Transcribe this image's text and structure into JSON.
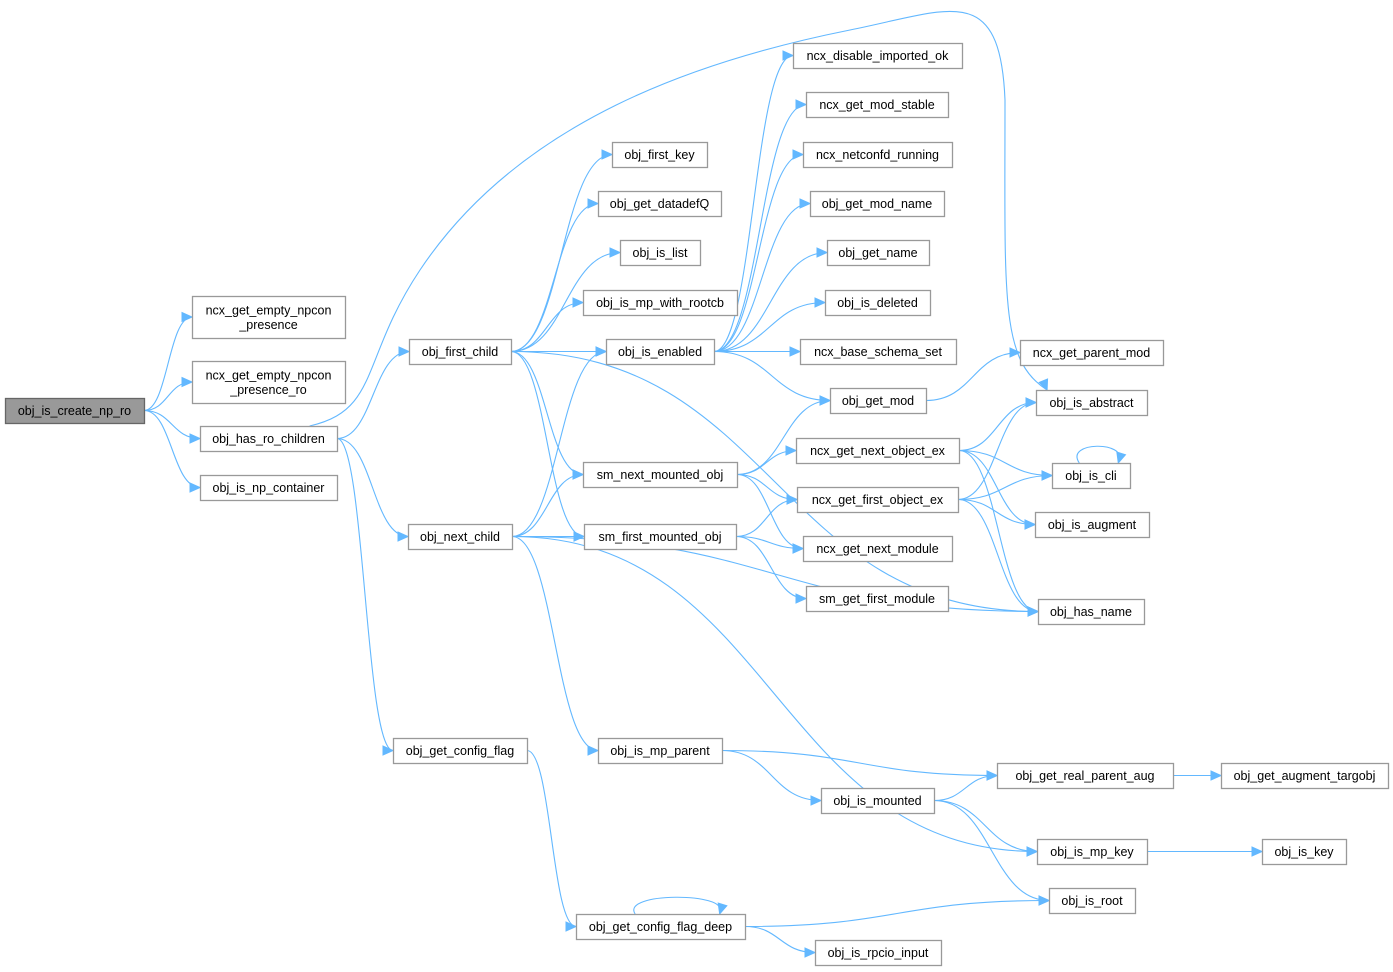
{
  "graph": {
    "edge_color": "#63b8ff",
    "root_fill": "#999999",
    "nodes": [
      {
        "id": "obj_is_create_np_ro",
        "lines": [
          "obj_is_create_np_ro"
        ],
        "root": true
      },
      {
        "id": "ncx_get_empty_npcon_presence",
        "lines": [
          "ncx_get_empty_npcon",
          "_presence"
        ]
      },
      {
        "id": "ncx_get_empty_npcon_presence_ro",
        "lines": [
          "ncx_get_empty_npcon",
          "_presence_ro"
        ]
      },
      {
        "id": "obj_has_ro_children",
        "lines": [
          "obj_has_ro_children"
        ]
      },
      {
        "id": "obj_is_np_container",
        "lines": [
          "obj_is_np_container"
        ]
      },
      {
        "id": "obj_first_child",
        "lines": [
          "obj_first_child"
        ]
      },
      {
        "id": "obj_next_child",
        "lines": [
          "obj_next_child"
        ]
      },
      {
        "id": "obj_get_config_flag",
        "lines": [
          "obj_get_config_flag"
        ]
      },
      {
        "id": "obj_first_key",
        "lines": [
          "obj_first_key"
        ]
      },
      {
        "id": "obj_get_datadefQ",
        "lines": [
          "obj_get_datadefQ"
        ]
      },
      {
        "id": "obj_is_list",
        "lines": [
          "obj_is_list"
        ]
      },
      {
        "id": "obj_is_mp_with_rootcb",
        "lines": [
          "obj_is_mp_with_rootcb"
        ]
      },
      {
        "id": "obj_is_enabled",
        "lines": [
          "obj_is_enabled"
        ]
      },
      {
        "id": "sm_next_mounted_obj",
        "lines": [
          "sm_next_mounted_obj"
        ]
      },
      {
        "id": "sm_first_mounted_obj",
        "lines": [
          "sm_first_mounted_obj"
        ]
      },
      {
        "id": "obj_is_mp_parent",
        "lines": [
          "obj_is_mp_parent"
        ]
      },
      {
        "id": "obj_get_config_flag_deep",
        "lines": [
          "obj_get_config_flag_deep"
        ]
      },
      {
        "id": "ncx_disable_imported_ok",
        "lines": [
          "ncx_disable_imported_ok"
        ]
      },
      {
        "id": "ncx_get_mod_stable",
        "lines": [
          "ncx_get_mod_stable"
        ]
      },
      {
        "id": "ncx_netconfd_running",
        "lines": [
          "ncx_netconfd_running"
        ]
      },
      {
        "id": "obj_get_mod_name",
        "lines": [
          "obj_get_mod_name"
        ]
      },
      {
        "id": "obj_get_name",
        "lines": [
          "obj_get_name"
        ]
      },
      {
        "id": "obj_is_deleted",
        "lines": [
          "obj_is_deleted"
        ]
      },
      {
        "id": "ncx_base_schema_set",
        "lines": [
          "ncx_base_schema_set"
        ]
      },
      {
        "id": "obj_get_mod",
        "lines": [
          "obj_get_mod"
        ]
      },
      {
        "id": "ncx_get_next_object_ex",
        "lines": [
          "ncx_get_next_object_ex"
        ]
      },
      {
        "id": "ncx_get_first_object_ex",
        "lines": [
          "ncx_get_first_object_ex"
        ]
      },
      {
        "id": "ncx_get_next_module",
        "lines": [
          "ncx_get_next_module"
        ]
      },
      {
        "id": "sm_get_first_module",
        "lines": [
          "sm_get_first_module"
        ]
      },
      {
        "id": "obj_is_mounted",
        "lines": [
          "obj_is_mounted"
        ]
      },
      {
        "id": "obj_is_rpcio_input",
        "lines": [
          "obj_is_rpcio_input"
        ]
      },
      {
        "id": "ncx_get_parent_mod",
        "lines": [
          "ncx_get_parent_mod"
        ]
      },
      {
        "id": "obj_is_abstract",
        "lines": [
          "obj_is_abstract"
        ]
      },
      {
        "id": "obj_is_cli",
        "lines": [
          "obj_is_cli"
        ]
      },
      {
        "id": "obj_is_augment",
        "lines": [
          "obj_is_augment"
        ]
      },
      {
        "id": "obj_has_name",
        "lines": [
          "obj_has_name"
        ]
      },
      {
        "id": "obj_get_real_parent_aug",
        "lines": [
          "obj_get_real_parent_aug"
        ]
      },
      {
        "id": "obj_get_augment_targobj",
        "lines": [
          "obj_get_augment_targobj"
        ]
      },
      {
        "id": "obj_is_mp_key",
        "lines": [
          "obj_is_mp_key"
        ]
      },
      {
        "id": "obj_is_key",
        "lines": [
          "obj_is_key"
        ]
      },
      {
        "id": "obj_is_root",
        "lines": [
          "obj_is_root"
        ]
      }
    ],
    "edges": [
      [
        "obj_is_create_np_ro",
        "ncx_get_empty_npcon_presence"
      ],
      [
        "obj_is_create_np_ro",
        "ncx_get_empty_npcon_presence_ro"
      ],
      [
        "obj_is_create_np_ro",
        "obj_has_ro_children"
      ],
      [
        "obj_is_create_np_ro",
        "obj_is_np_container"
      ],
      [
        "obj_has_ro_children",
        "obj_first_child"
      ],
      [
        "obj_has_ro_children",
        "obj_next_child"
      ],
      [
        "obj_has_ro_children",
        "obj_get_config_flag"
      ],
      [
        "obj_has_ro_children",
        "obj_is_abstract"
      ],
      [
        "obj_first_child",
        "obj_first_key"
      ],
      [
        "obj_first_child",
        "obj_get_datadefQ"
      ],
      [
        "obj_first_child",
        "obj_is_list"
      ],
      [
        "obj_first_child",
        "obj_is_mp_with_rootcb"
      ],
      [
        "obj_first_child",
        "obj_is_enabled"
      ],
      [
        "obj_first_child",
        "sm_next_mounted_obj"
      ],
      [
        "obj_first_child",
        "sm_first_mounted_obj"
      ],
      [
        "obj_first_child",
        "obj_has_name"
      ],
      [
        "obj_next_child",
        "obj_is_enabled"
      ],
      [
        "obj_next_child",
        "sm_next_mounted_obj"
      ],
      [
        "obj_next_child",
        "sm_first_mounted_obj"
      ],
      [
        "obj_next_child",
        "obj_has_name"
      ],
      [
        "obj_next_child",
        "obj_is_mp_parent"
      ],
      [
        "obj_next_child",
        "obj_is_mp_key"
      ],
      [
        "obj_get_config_flag",
        "obj_get_config_flag_deep"
      ],
      [
        "obj_is_enabled",
        "ncx_disable_imported_ok"
      ],
      [
        "obj_is_enabled",
        "ncx_get_mod_stable"
      ],
      [
        "obj_is_enabled",
        "ncx_netconfd_running"
      ],
      [
        "obj_is_enabled",
        "obj_get_mod_name"
      ],
      [
        "obj_is_enabled",
        "obj_get_name"
      ],
      [
        "obj_is_enabled",
        "obj_is_deleted"
      ],
      [
        "obj_is_enabled",
        "ncx_base_schema_set"
      ],
      [
        "obj_is_enabled",
        "obj_get_mod"
      ],
      [
        "sm_next_mounted_obj",
        "obj_get_mod"
      ],
      [
        "sm_next_mounted_obj",
        "ncx_get_next_object_ex"
      ],
      [
        "sm_next_mounted_obj",
        "ncx_get_first_object_ex"
      ],
      [
        "sm_next_mounted_obj",
        "ncx_get_next_module"
      ],
      [
        "sm_first_mounted_obj",
        "ncx_get_first_object_ex"
      ],
      [
        "sm_first_mounted_obj",
        "ncx_get_next_module"
      ],
      [
        "sm_first_mounted_obj",
        "sm_get_first_module"
      ],
      [
        "obj_is_mp_parent",
        "obj_get_real_parent_aug"
      ],
      [
        "obj_is_mp_parent",
        "obj_is_mounted"
      ],
      [
        "obj_get_config_flag_deep",
        "obj_get_config_flag_deep"
      ],
      [
        "obj_get_config_flag_deep",
        "obj_is_root"
      ],
      [
        "obj_get_config_flag_deep",
        "obj_is_rpcio_input"
      ],
      [
        "obj_get_mod",
        "ncx_get_parent_mod"
      ],
      [
        "ncx_get_next_object_ex",
        "obj_is_abstract"
      ],
      [
        "ncx_get_next_object_ex",
        "obj_is_cli"
      ],
      [
        "ncx_get_next_object_ex",
        "obj_is_augment"
      ],
      [
        "ncx_get_next_object_ex",
        "obj_has_name"
      ],
      [
        "ncx_get_first_object_ex",
        "obj_is_abstract"
      ],
      [
        "ncx_get_first_object_ex",
        "obj_is_cli"
      ],
      [
        "ncx_get_first_object_ex",
        "obj_is_augment"
      ],
      [
        "ncx_get_first_object_ex",
        "obj_has_name"
      ],
      [
        "obj_is_cli",
        "obj_is_cli"
      ],
      [
        "obj_is_mounted",
        "obj_get_real_parent_aug"
      ],
      [
        "obj_is_mounted",
        "obj_is_mp_key"
      ],
      [
        "obj_is_mounted",
        "obj_is_root"
      ],
      [
        "obj_get_real_parent_aug",
        "obj_get_augment_targobj"
      ],
      [
        "obj_is_mp_key",
        "obj_is_key"
      ]
    ]
  }
}
